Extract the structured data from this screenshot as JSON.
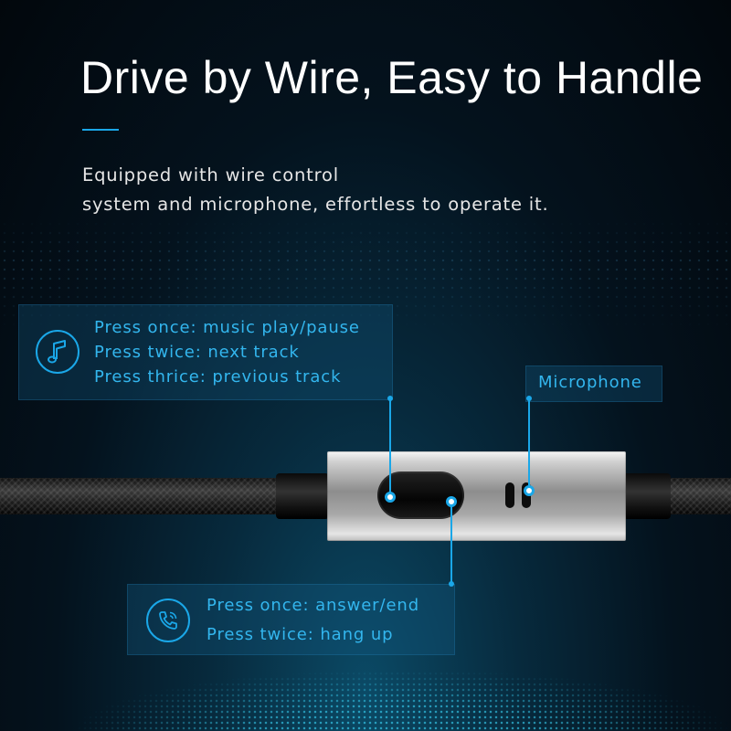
{
  "title": "Drive by Wire, Easy to Handle",
  "description": {
    "line1": "Equipped with wire control",
    "line2": "system and microphone, effortless to operate it."
  },
  "music_controls": {
    "icon": "music-note-icon",
    "lines": [
      "Press once: music play/pause",
      "Press twice: next track",
      "Press thrice: previous track"
    ]
  },
  "microphone": {
    "label": "Microphone"
  },
  "call_controls": {
    "icon": "phone-icon",
    "lines": [
      "Press once: answer/end",
      "Press twice: hang up"
    ]
  },
  "colors": {
    "accent": "#1aa7e8",
    "label_text": "#33b6ee",
    "background": "#04121d"
  }
}
